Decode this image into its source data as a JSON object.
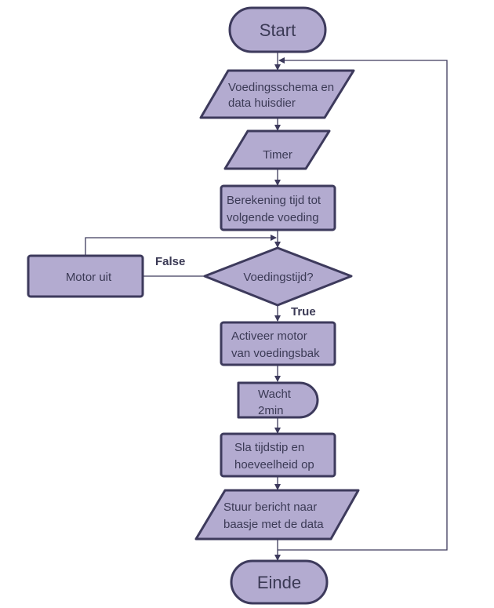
{
  "nodes": {
    "start": {
      "label": "Start"
    },
    "input_schedule": {
      "lines": [
        "Voedingsschema en",
        "data huisdier"
      ]
    },
    "timer": {
      "label": "Timer"
    },
    "calculate": {
      "lines": [
        "Berekening tijd tot",
        "volgende voeding"
      ]
    },
    "decision": {
      "label": "Voedingstijd?"
    },
    "motor_off": {
      "label": "Motor uit"
    },
    "activate_motor": {
      "lines": [
        "Activeer motor",
        "van voedingsbak"
      ]
    },
    "wait": {
      "lines": [
        "Wacht",
        "2min"
      ]
    },
    "save": {
      "lines": [
        "Sla tijdstip en",
        "hoeveelheid op"
      ]
    },
    "send_message": {
      "lines": [
        "Stuur bericht naar",
        "baasje met de data"
      ]
    },
    "end": {
      "label": "Einde"
    }
  },
  "edge_labels": {
    "false": "False",
    "true": "True"
  },
  "colors": {
    "fill": "#b3abd0",
    "stroke": "#3d3a5c",
    "text": "#3b3a55"
  }
}
